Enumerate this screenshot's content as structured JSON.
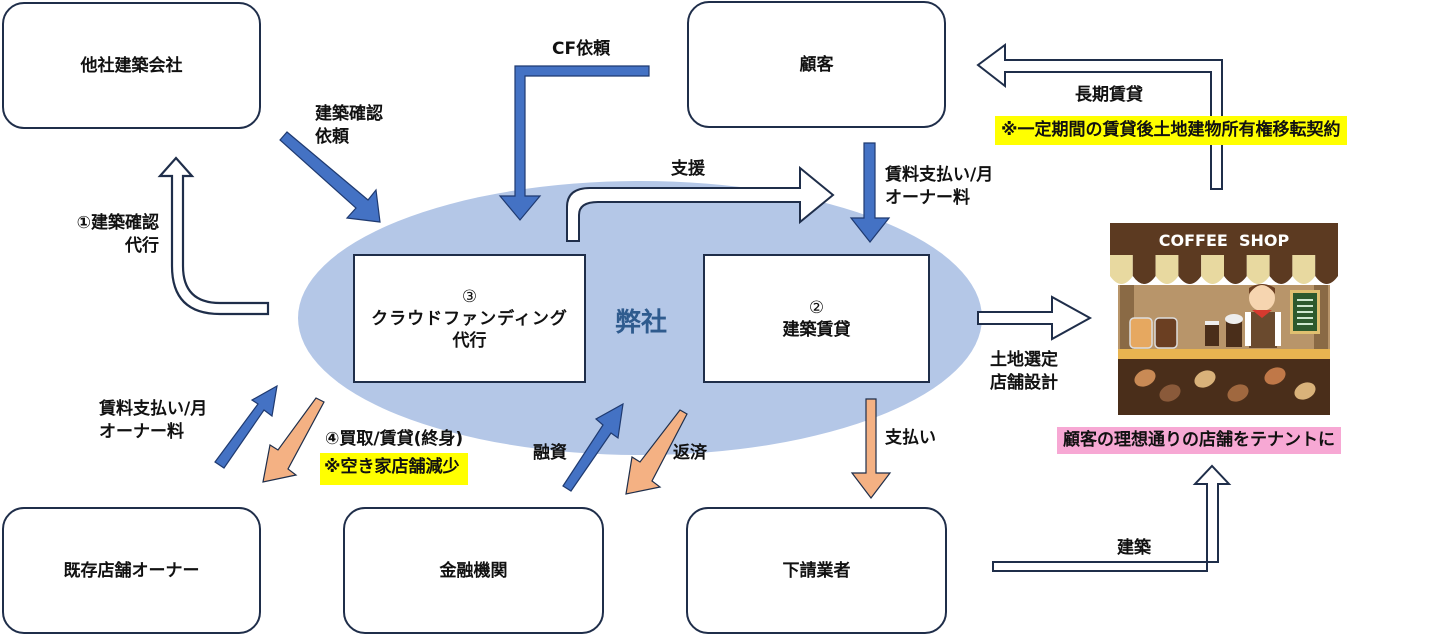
{
  "center": {
    "name": "弊社",
    "fill_color": "#b4c7e7"
  },
  "entities": {
    "other_builder": "他社建築会社",
    "customer": "顧客",
    "existing_owner": "既存店舗オーナー",
    "bank": "金融機関",
    "subcontractor": "下請業者"
  },
  "services": {
    "crowdfunding": {
      "number": "③",
      "lines": [
        "クラウドファンディング",
        "代行"
      ]
    },
    "building_lease": {
      "number": "②",
      "lines": [
        "建築賃貸"
      ]
    }
  },
  "arrows": {
    "build_check_request": {
      "lines": [
        "建築確認",
        "依頼"
      ],
      "style": "blue"
    },
    "build_check_agency": {
      "lines": [
        "①建築確認",
        "代行"
      ],
      "style": "outline"
    },
    "cf_request": {
      "label": "CF依頼",
      "style": "blue"
    },
    "support": {
      "label": "支援",
      "style": "outline"
    },
    "customer_rent": {
      "lines": [
        "賃料支払い/月",
        "オーナー料"
      ],
      "style": "blue"
    },
    "long_term_lease": {
      "label": "長期賃貸",
      "note": "※一定期間の賃貸後土地建物所有権移転契約",
      "style": "outline"
    },
    "land_design": {
      "lines": [
        "土地選定",
        "店舗設計"
      ],
      "style": "outline"
    },
    "owner_rent": {
      "lines": [
        "賃料支払い/月",
        "オーナー料"
      ],
      "style": "blue"
    },
    "purchase_lease": {
      "label": "④買取/賃貸(終身)",
      "note": "※空き家店舗減少",
      "style": "orange"
    },
    "financing": {
      "label": "融資",
      "style": "blue"
    },
    "repayment": {
      "label": "返済",
      "style": "orange"
    },
    "payment": {
      "label": "支払い",
      "style": "orange"
    },
    "construction": {
      "label": "建築",
      "style": "outline"
    }
  },
  "shop": {
    "sign": "COFFEE  SHOP",
    "caption": "顧客の理想通りの店舗をテナントに"
  },
  "colors": {
    "blue_arrow": "#4472c4",
    "orange_arrow": "#f4b183",
    "outline": "#1f2e4a",
    "highlight_yellow": "#ffff00",
    "highlight_pink": "#f7a8d4"
  }
}
